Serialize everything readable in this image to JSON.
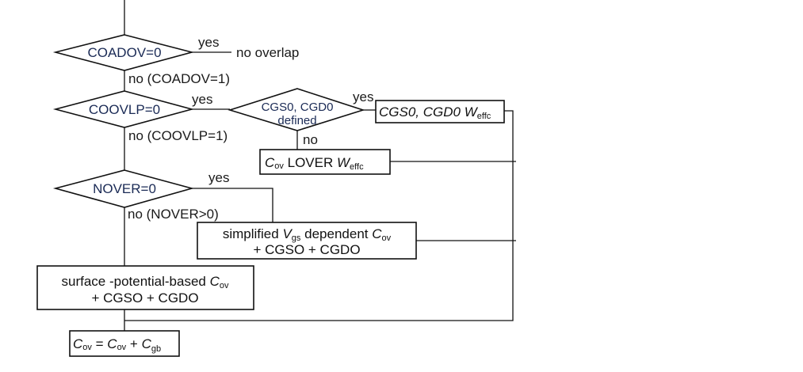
{
  "diagram": {
    "title": "Overlap capacitance model selection flowchart",
    "decisions": [
      {
        "id": "coadov",
        "text": "COADOV=0",
        "yes_label": "yes",
        "no_label": "no (COADOV=1)"
      },
      {
        "id": "coovlp",
        "text": "COOVLP=0",
        "yes_label": "yes",
        "no_label": "no (COOVLP=1)"
      },
      {
        "id": "cgs0_defined",
        "text_line1": "CGS0, CGD0",
        "text_line2": "defined",
        "yes_label": "yes",
        "no_label": "no"
      },
      {
        "id": "nover",
        "text": "NOVER=0",
        "yes_label": "yes",
        "no_label": "no (NOVER>0)"
      }
    ],
    "terminals": {
      "no_overlap": "no overlap"
    },
    "boxes": {
      "cgs0_weffc": {
        "main": "CGS0, CGD0 W",
        "sub": "effc"
      },
      "cov_lover": {
        "c": "C",
        "c_sub": "ov",
        "mid": " LOVER ",
        "w": "W",
        "w_sub": "effc"
      },
      "simplified": {
        "line1_a": "simplified ",
        "v": "V",
        "v_sub": "gs",
        "line1_b": " dependent ",
        "c": "C",
        "c_sub": "ov",
        "line2": "+ CGSO + CGDO"
      },
      "surface": {
        "line1_a": "surface -potential-based ",
        "c": "C",
        "c_sub": "ov",
        "line2": "+ CGSO + CGDO"
      },
      "final": {
        "c1": "C",
        "c1_sub": "ov",
        "eq": " = ",
        "c2": "C",
        "c2_sub": "ov",
        "plus": " + ",
        "c3": "C",
        "c3_sub": "gb"
      }
    }
  }
}
